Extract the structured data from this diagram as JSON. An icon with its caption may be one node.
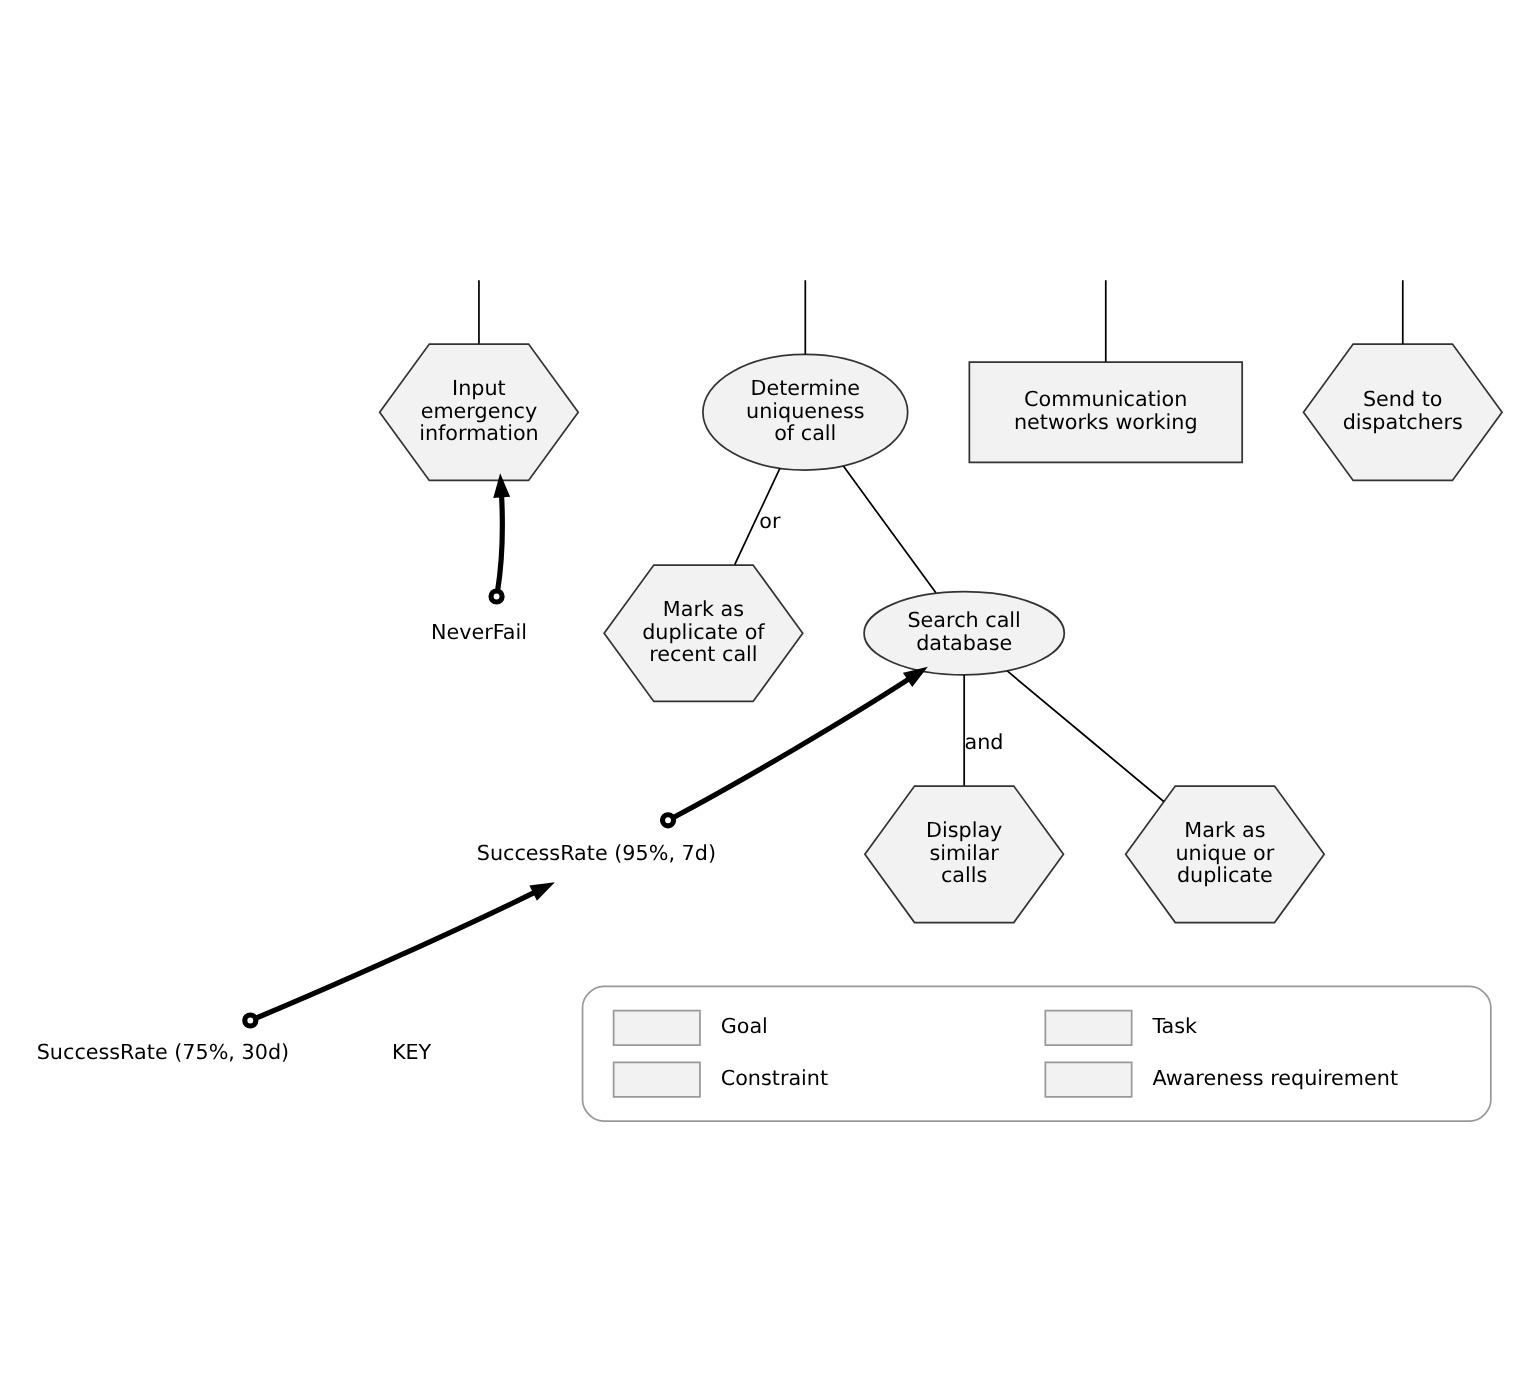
{
  "diagram": {
    "nodes": [
      {
        "text": [
          "Input emergency information"
        ]
      },
      {
        "text": [
          "Determine uniqueness of call"
        ]
      },
      {
        "text": [
          "Communication networks working"
        ]
      },
      {
        "text": [
          "Send to dispatchers"
        ]
      },
      {
        "text": [
          "NeverFail"
        ]
      },
      {
        "text": [
          "Mark as duplicate of recent call"
        ]
      },
      {
        "text": [
          "Search call database"
        ]
      },
      {
        "text": [
          "SuccessRate (95%, 7d)"
        ]
      },
      {
        "text": [
          "SuccessRate (75%, 30d)"
        ]
      },
      {
        "text": [
          "Display similar calls"
        ]
      },
      {
        "text": [
          "Mark as unique or duplicate"
        ]
      }
    ],
    "edges": [
      {
        "from": null,
        "to": 0,
        "arrow": "none"
      },
      {
        "from": null,
        "to": 1,
        "arrow": "none"
      },
      {
        "from": null,
        "to": 2,
        "arrow": "none"
      },
      {
        "from": null,
        "to": 3,
        "arrow": "none"
      },
      {
        "from": 4,
        "to": 0,
        "arrow": "to",
        "style": "thick"
      },
      {
        "from": 1,
        "to": 5,
        "arrow": "none",
        "label": "or"
      },
      {
        "from": 1,
        "to": 6,
        "arrow": "none"
      },
      {
        "from": 7,
        "to": 6,
        "arrow": "to",
        "style": "thick"
      },
      {
        "from": 8,
        "to": 7,
        "arrow": "to",
        "style": "thick"
      },
      {
        "from": 6,
        "to": 9,
        "arrow": "none",
        "label": "and"
      },
      {
        "from": 6,
        "to": 10,
        "arrow": "none"
      }
    ],
    "labels": [
      "KEY"
    ],
    "legend": [
      {
        "text": "Goal"
      },
      {
        "text": "Task"
      },
      {
        "text": "Constraint"
      },
      {
        "text": "Awareness requirement"
      }
    ]
  }
}
